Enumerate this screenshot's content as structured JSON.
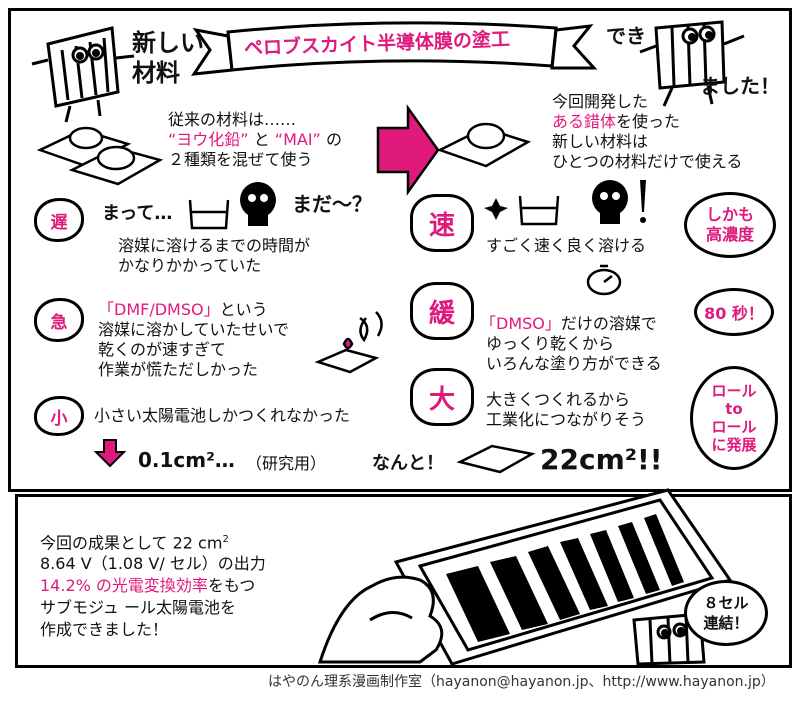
{
  "colors": {
    "accent": "#e0197d",
    "ink": "#000000",
    "paper": "#ffffff"
  },
  "banner": {
    "title": "ペロブスカイト半導体膜の塗工"
  },
  "header": {
    "left_label": "新しい\n材料",
    "right_label_top": "でき",
    "right_label_bottom": "ました！"
  },
  "intro": {
    "before_line1": "従来の材料は……",
    "before_q1": "“ヨウ化鉛”",
    "before_and": "と",
    "before_q2": "“MAI”",
    "before_no": "の",
    "before_line3": "２種類を混ぜて使う",
    "after_line1": "今回開発した",
    "after_line2_pink": "ある錯体",
    "after_line2_rest": "を使った",
    "after_line3": "新しい材料は",
    "after_line4": "ひとつの材料だけで使える"
  },
  "left_rows": [
    {
      "badge": "遅",
      "sfx": "まって…",
      "sfx2": "まだ〜？",
      "text": "溶媒に溶けるまでの時間が\nかなりかかっていた"
    },
    {
      "badge": "急",
      "text_pink": "「DMF/DMSO」",
      "text_rest": "という",
      "text": "溶媒に溶かしていたせいで\n乾くのが速すぎて\n作業が慌ただしかった"
    },
    {
      "badge": "小",
      "text": "小さい太陽電池しかつくれなかった",
      "size": "0.1cm²…",
      "note": "（研究用）"
    }
  ],
  "right_rows": [
    {
      "badge": "速",
      "text": "すごく速く良く溶ける",
      "tag": "しかも\n高濃度"
    },
    {
      "badge": "緩",
      "text_pink": "「DMSO」",
      "text_rest": "だけの溶媒で",
      "text": "ゆっくり乾くから\nいろんな塗り方ができる",
      "tag": "80 秒！"
    },
    {
      "badge": "大",
      "text": "大きくつくれるから\n工業化につながりそう",
      "tag": "ロール\nto\nロール\nに発展"
    }
  ],
  "result_banner": {
    "sfx": "なんと！",
    "size": "22cm²!!"
  },
  "bottom": {
    "line1": "今回の成果として 22 cm",
    "line1_sup": "2",
    "line2": "8.64 V（1.08 V/ セル）の出力",
    "line3_pink": "14.2% の光電変換効率",
    "line3_rest": "をもつ",
    "line4": "サブモジュ ール太陽電池を",
    "line5": "作成できました！",
    "cell_tag": "８セル\n連結！"
  },
  "credit": "はやのん理系漫画制作室（hayanon@hayanon.jp、http://www.hayanon.jp）"
}
